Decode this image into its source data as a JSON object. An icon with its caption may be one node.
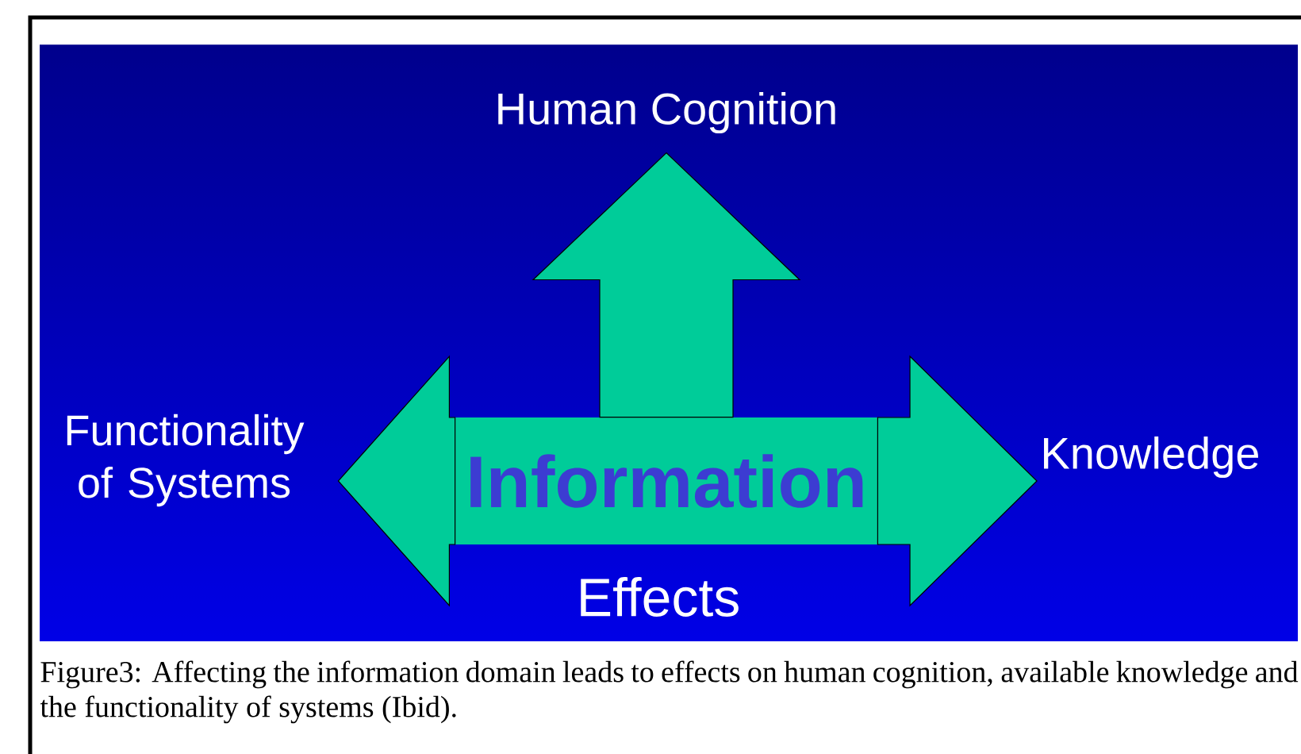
{
  "diagram": {
    "caption": "Figure3:  Affecting the information domain leads to effects on human cognition, available knowledge and the functionality of systems (Ibid).",
    "nodes": [
      {
        "text": [
          "Information"
        ]
      },
      {
        "text": [
          "Human Cognition"
        ]
      },
      {
        "text": [
          "Knowledge"
        ]
      },
      {
        "text": [
          "Functionality of Systems"
        ]
      }
    ],
    "edges": [
      {
        "from": 0,
        "to": 1,
        "arrow": "to"
      },
      {
        "from": 0,
        "to": 2,
        "arrow": "to"
      },
      {
        "from": 0,
        "to": 3,
        "arrow": "to"
      }
    ],
    "labels": [
      "Effects"
    ]
  }
}
